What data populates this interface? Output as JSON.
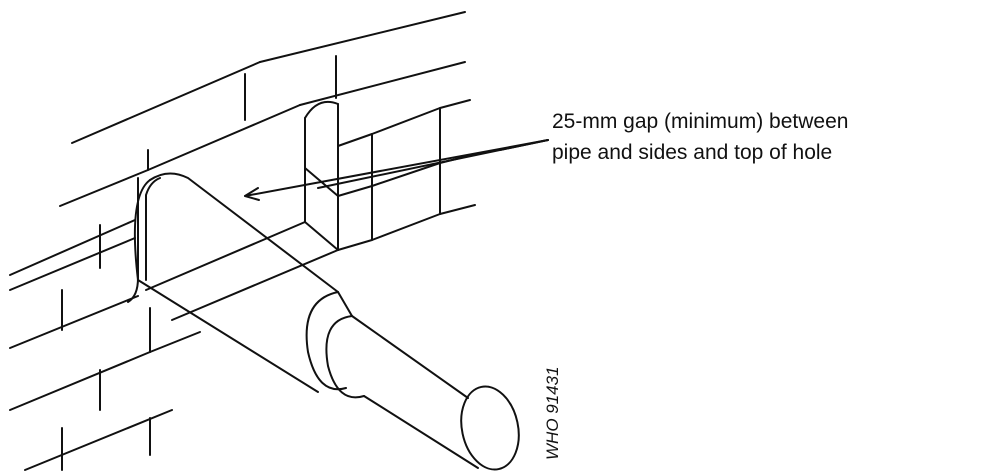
{
  "figure": {
    "callout_line_1": "25-mm gap (minimum) between",
    "callout_line_2": "pipe and sides and top of hole",
    "figure_id": "WHO 91431"
  },
  "colors": {
    "ink": "#111111",
    "background": "#ffffff"
  }
}
